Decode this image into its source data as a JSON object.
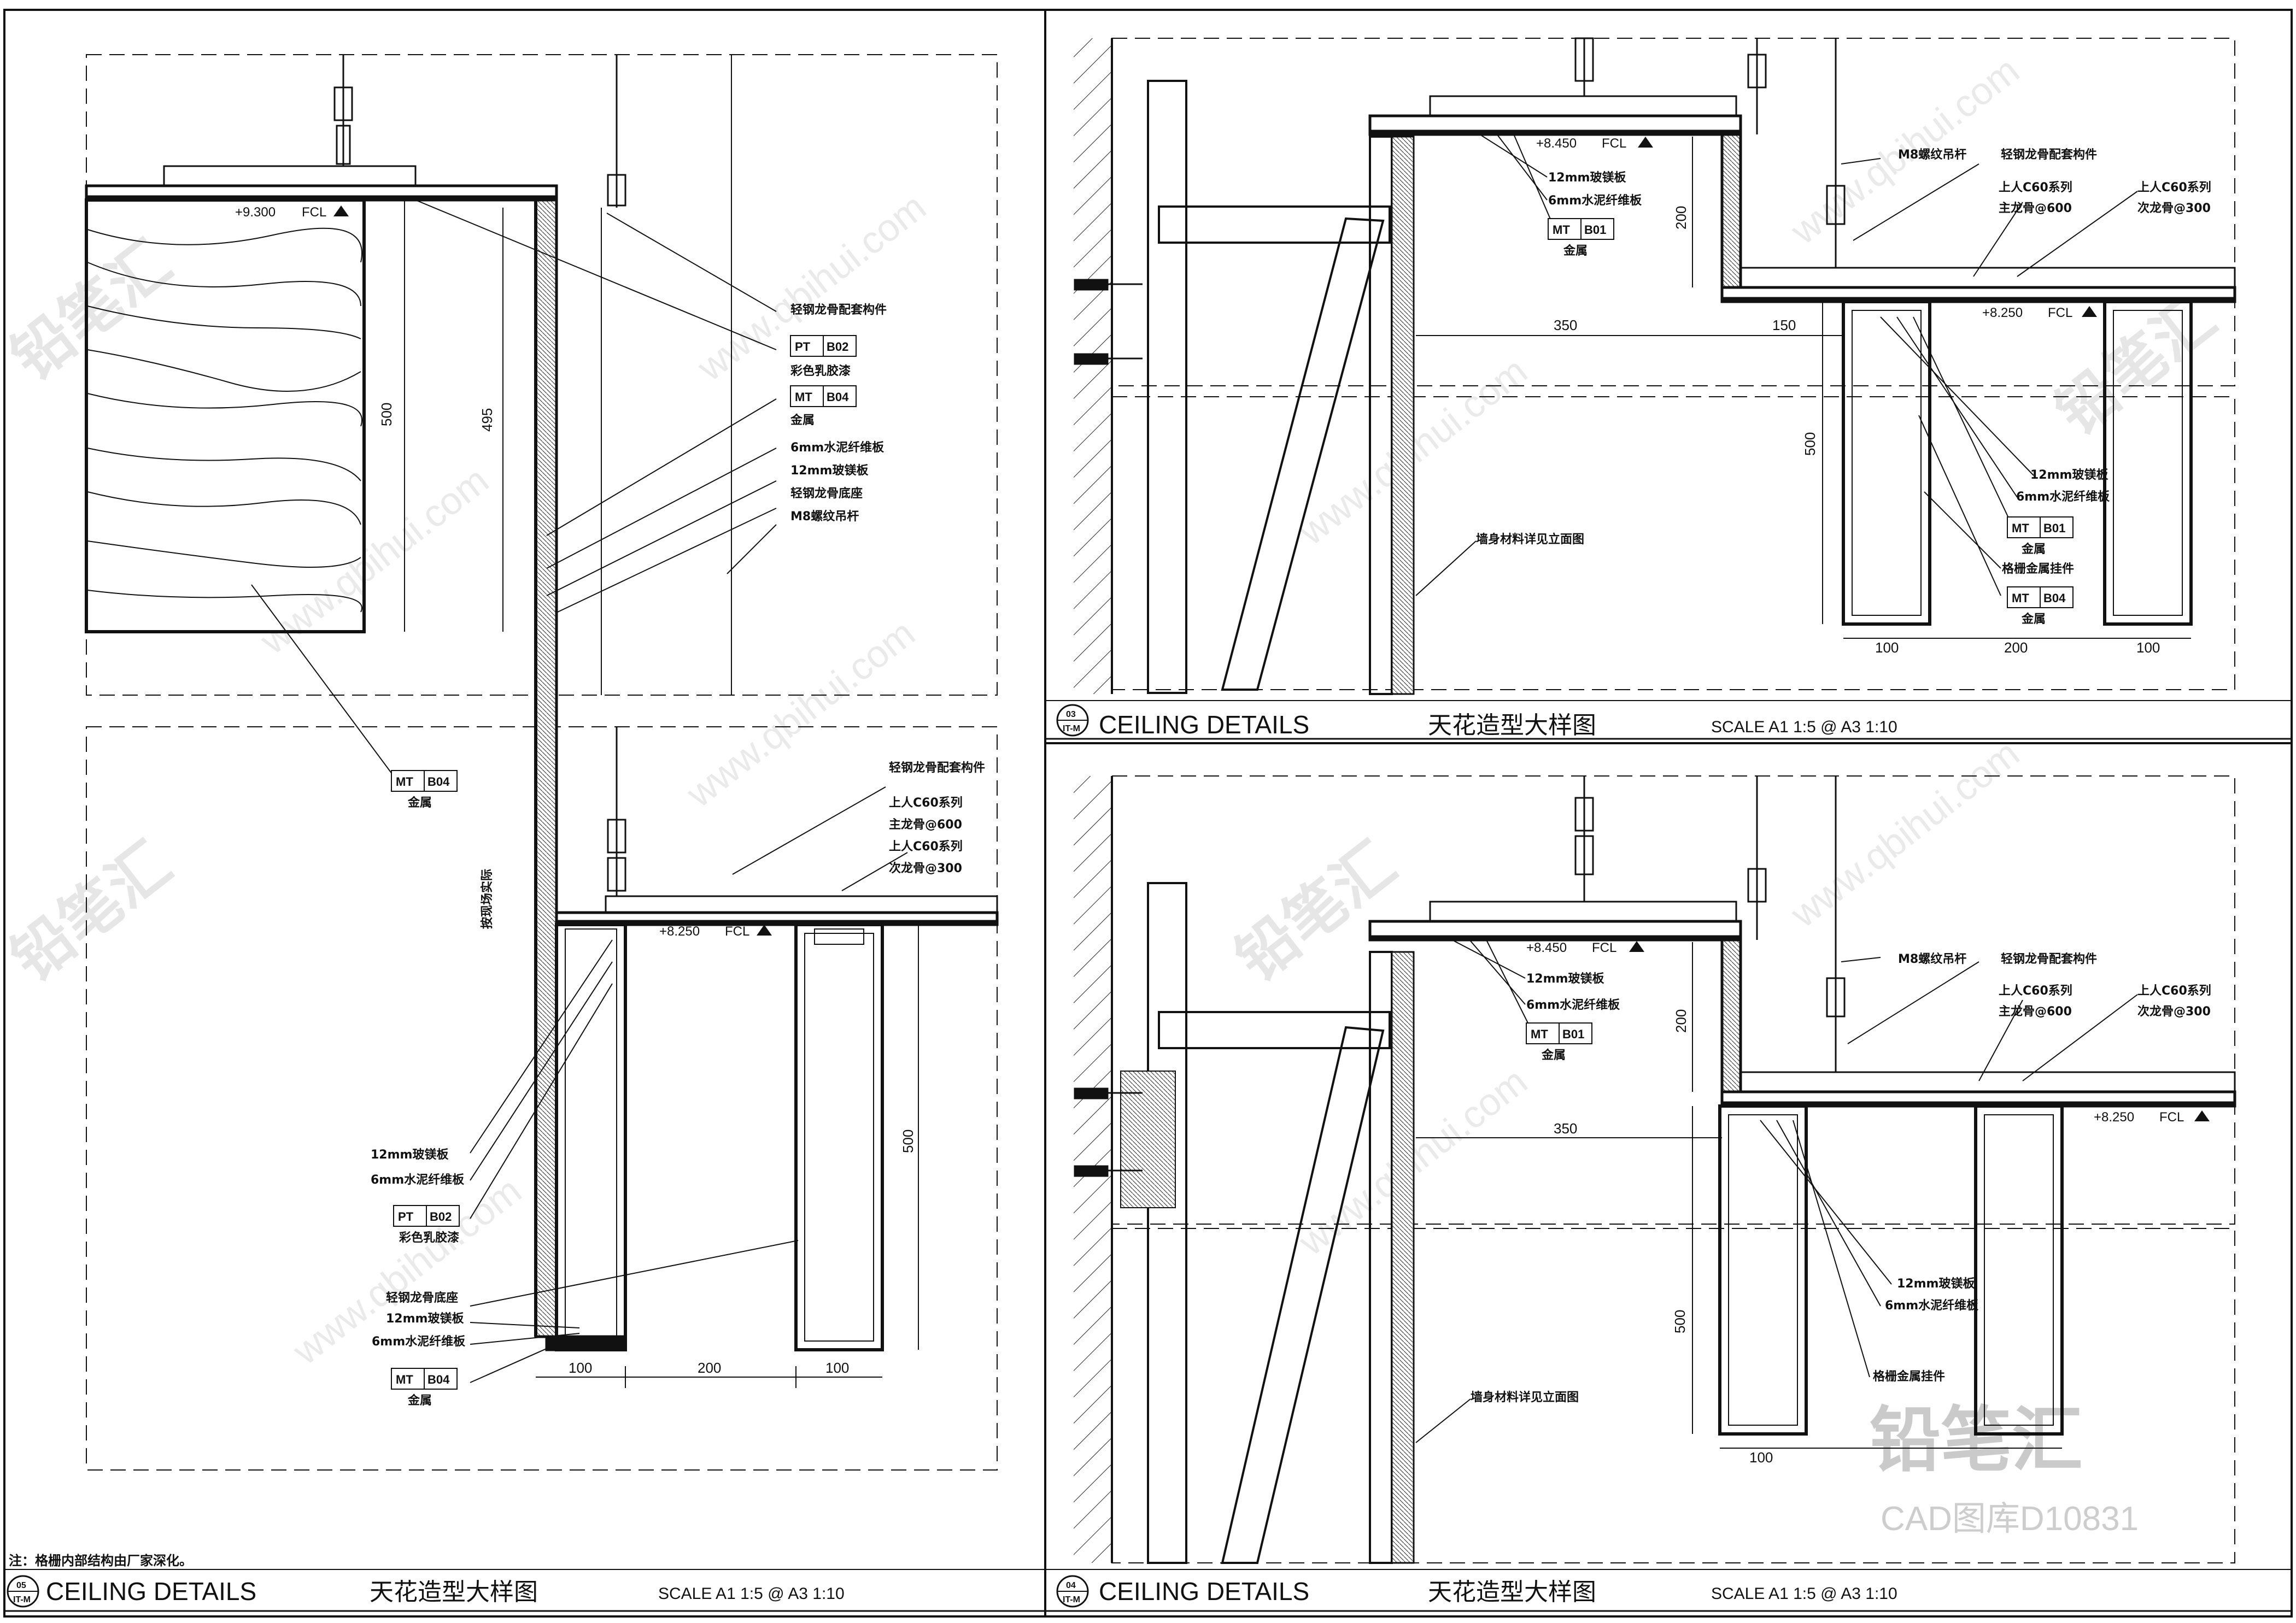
{
  "sheet": {
    "note": "注：格栅内部结构由厂家深化。",
    "level_unit": "FCL"
  },
  "drawings": [
    {
      "id": "d05",
      "number": "05",
      "sheet_ref": "IT-M",
      "title_en": "CEILING DETAILS",
      "title_cn": "天花造型大样图",
      "scale": "SCALE   A1 1:5 @ A3 1:10",
      "levels": [
        "+9.300",
        "+8.250"
      ],
      "dims": [
        "500",
        "495",
        "500",
        "100",
        "200",
        "100"
      ],
      "callouts": [
        "轻钢龙骨配套构件",
        "彩色乳胶漆",
        "金属",
        "6mm水泥纤维板",
        "12mm玻镁板",
        "轻钢龙骨底座",
        "M8螺纹吊杆",
        "上人C60系列",
        "主龙骨@600",
        "上人C60系列",
        "次龙骨@300",
        "12mm玻镁板",
        "6mm水泥纤维板",
        "彩色乳胶漆",
        "轻钢龙骨底座",
        "12mm玻镁板",
        "6mm水泥纤维板",
        "金属",
        "金属"
      ],
      "tags": [
        {
          "code": "PT",
          "num": "B02"
        },
        {
          "code": "MT",
          "num": "B04"
        },
        {
          "code": "MT",
          "num": "B04"
        },
        {
          "code": "PT",
          "num": "B02"
        },
        {
          "code": "MT",
          "num": "B04"
        }
      ],
      "vertical_label": "按现场实际"
    },
    {
      "id": "d03",
      "number": "03",
      "sheet_ref": "IT-M",
      "title_en": "CEILING DETAILS",
      "title_cn": "天花造型大样图",
      "scale": "SCALE   A1 1:5 @ A3 1:10",
      "levels": [
        "+8.450",
        "+8.250"
      ],
      "dims": [
        "200",
        "350",
        "150",
        "500",
        "100",
        "200",
        "100"
      ],
      "callouts": [
        "12mm玻镁板",
        "6mm水泥纤维板",
        "金属",
        "M8螺纹吊杆",
        "轻钢龙骨配套构件",
        "上人C60系列",
        "主龙骨@600",
        "上人C60系列",
        "次龙骨@300",
        "12mm玻镁板",
        "6mm水泥纤维板",
        "金属",
        "格栅金属挂件",
        "金属",
        "墙身材料详见立面图"
      ],
      "tags": [
        {
          "code": "MT",
          "num": "B01"
        },
        {
          "code": "MT",
          "num": "B01"
        },
        {
          "code": "MT",
          "num": "B04"
        }
      ]
    },
    {
      "id": "d04",
      "number": "04",
      "sheet_ref": "IT-M",
      "title_en": "CEILING DETAILS",
      "title_cn": "天花造型大样图",
      "scale": "SCALE   A1 1:5 @ A3 1:10",
      "levels": [
        "+8.450",
        "+8.250"
      ],
      "dims": [
        "200",
        "350",
        "500",
        "100"
      ],
      "callouts": [
        "12mm玻镁板",
        "6mm水泥纤维板",
        "金属",
        "M8螺纹吊杆",
        "轻钢龙骨配套构件",
        "上人C60系列",
        "主龙骨@600",
        "上人C60系列",
        "次龙骨@300",
        "12mm玻镁板",
        "6mm水泥纤维板",
        "格栅金属挂件",
        "墙身材料详见立面图"
      ],
      "tags": [
        {
          "code": "MT",
          "num": "B01"
        }
      ]
    }
  ],
  "watermark": {
    "url": "www.qbihui.com",
    "brand_cn": "铅笔汇",
    "brand_line": "CAD图库D10831"
  }
}
